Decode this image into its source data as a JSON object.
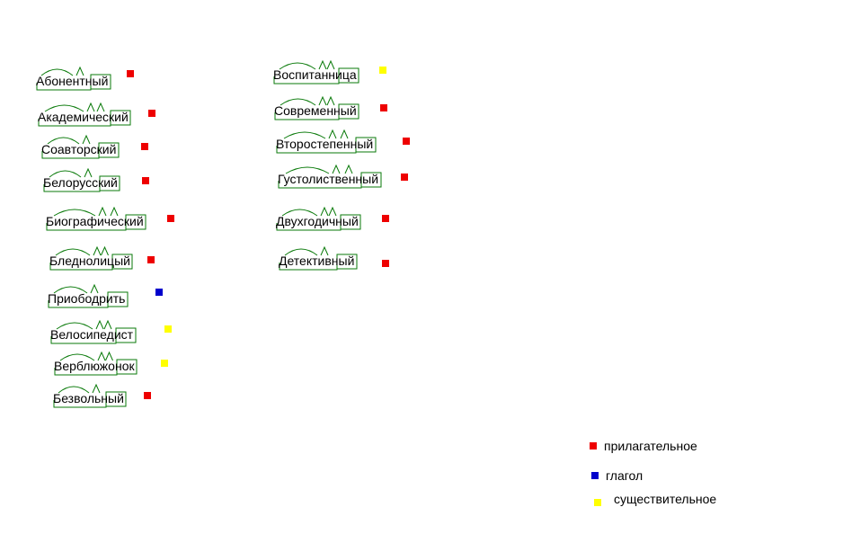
{
  "colors": {
    "morpheme_lines": "#0a7a0a",
    "stress": "#000000",
    "adjective": "#ee0000",
    "verb": "#0000cc",
    "noun": "#ffff00"
  },
  "words": [
    {
      "text": "Абонентный",
      "pos": "adjective"
    },
    {
      "text": "Академический",
      "pos": "adjective"
    },
    {
      "text": "Соавторский",
      "pos": "adjective"
    },
    {
      "text": "Белорусский",
      "pos": "adjective"
    },
    {
      "text": "Биографический",
      "pos": "adjective"
    },
    {
      "text": "Бледнолицый",
      "pos": "adjective"
    },
    {
      "text": "Приободрить",
      "pos": "verb"
    },
    {
      "text": "Велосипедист",
      "pos": "noun"
    },
    {
      "text": "Верблюжонок",
      "pos": "noun"
    },
    {
      "text": "Безвольный",
      "pos": "adjective"
    },
    {
      "text": "Воспитанница",
      "pos": "noun"
    },
    {
      "text": "Современный",
      "pos": "adjective"
    },
    {
      "text": "Второстепенный",
      "pos": "adjective"
    },
    {
      "text": "Густолиственный",
      "pos": "adjective"
    },
    {
      "text": "Двухгодичный",
      "pos": "adjective"
    },
    {
      "text": "Детективный",
      "pos": "adjective"
    }
  ],
  "legend": {
    "adjective": "прилагательное",
    "verb": "глагол",
    "noun": "существительное"
  }
}
